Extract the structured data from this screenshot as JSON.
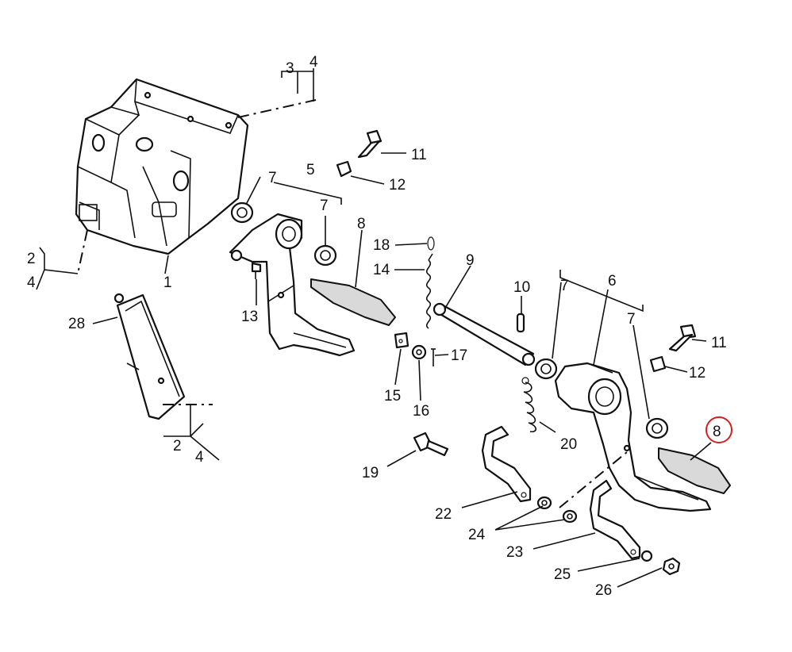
{
  "labels": {
    "l1": "1",
    "l2a": "2",
    "l4a": "4",
    "l3": "3",
    "l4b": "4",
    "l5": "5",
    "l6": "6",
    "l7a": "7",
    "l7b": "7",
    "l7c": "7",
    "l7d": "7",
    "l8a": "8",
    "l8b": "8",
    "l9": "9",
    "l10": "10",
    "l11a": "11",
    "l11b": "11",
    "l12a": "12",
    "l12b": "12",
    "l13": "13",
    "l14": "14",
    "l15": "15",
    "l16": "16",
    "l17": "17",
    "l18": "18",
    "l19": "19",
    "l20": "20",
    "l22": "22",
    "l23": "23",
    "l24": "24",
    "l25": "25",
    "l26": "26",
    "l28": "28",
    "l2b": "2",
    "l4c": "4"
  },
  "highlight_color": "#d42020"
}
